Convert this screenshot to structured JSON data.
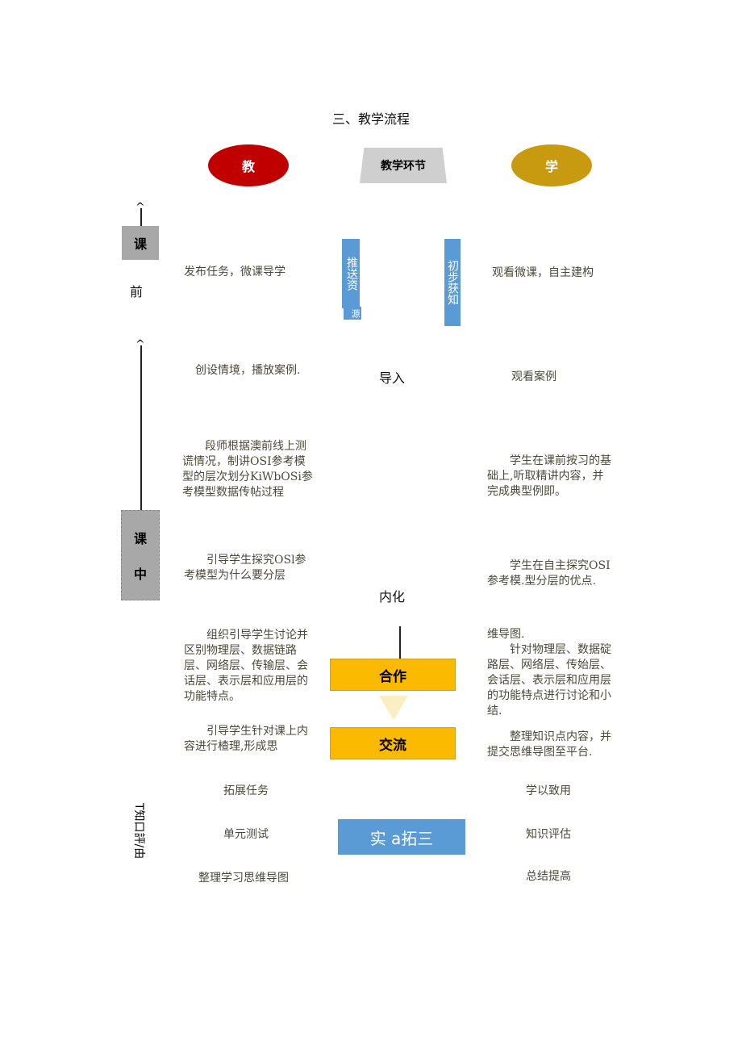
{
  "title": "三、教学流程",
  "header": {
    "teach": "教",
    "stage": "教学环节",
    "learn": "学"
  },
  "phases": {
    "before_1": "课",
    "before_2": "前",
    "during_1": "课",
    "during_2": "中",
    "after": "T知口評/由"
  },
  "before": {
    "teacher": "发布任务，微课导学",
    "mid_left": "推送资",
    "mid_left_tail": "源",
    "mid_right": "初步获知",
    "student": "观看微课，自主建构"
  },
  "intro": {
    "teacher": "创设情境，播放案例.",
    "stage": "导入",
    "student": "观看案例"
  },
  "lecture": {
    "teacher": "段师根据澳前线上测谎情况，制讲OSI参考模型的层次划分KiWbOSi参考模型数据传帖过程",
    "student": "学生在课前按习的基础上,听取精讲内容，并完成典型例即。"
  },
  "explore": {
    "teacher": "引导学生探究OSl参考模型为什么要分层",
    "stage": "内化",
    "student": "学生在自主探究OSI参考模.型分层的优点."
  },
  "coop": {
    "teacher": "组织引导学生讨论并区别物理层、数据链路层、网络层、传输层、会话层、表示层和应用层的功能特点。",
    "stage": "合作",
    "student_pre": "维导图.",
    "student": "针对物理层、数据碇路层、网络层、传始层、会话层、表示层和应用层的功能特点进行讨论和小结."
  },
  "exchange": {
    "teacher": "引导学生针对课上内容进行楂理,形成思",
    "stage": "交流",
    "student": "整理知识点内容，并提交思维导图至平台."
  },
  "after": {
    "t1": "拓展任务",
    "t2": "单元测试",
    "t3": "整理学习思维导图",
    "stage": "实 a拓三",
    "s1": "学以致用",
    "s2": "知识评估",
    "s3": "总结提高"
  },
  "colors": {
    "teach": "#c00000",
    "learn": "#c89a10",
    "box_blue": "#5b9bd5",
    "box_yellow": "#fbb900",
    "gray": "#a8a8a8"
  }
}
